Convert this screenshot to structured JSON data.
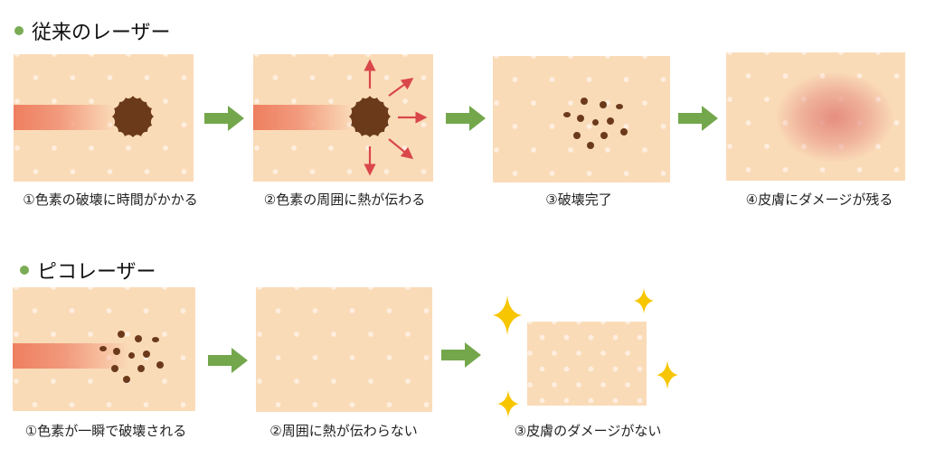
{
  "sections": [
    {
      "title": "従来のレーザー",
      "steps": [
        {
          "label": "①色素の破壊に時間がかかる"
        },
        {
          "label": "②色素の周囲に熱が伝わる"
        },
        {
          "label": "③破壊完了"
        },
        {
          "label": "④皮膚にダメージが残る"
        }
      ]
    },
    {
      "title": "ピコレーザー",
      "steps": [
        {
          "label": "①色素が一瞬で破壊される"
        },
        {
          "label": "②周囲に熱が伝わらない"
        },
        {
          "label": "③皮膚のダメージがない"
        }
      ]
    }
  ],
  "colors": {
    "bullet": "#7aab55",
    "arrow": "#74a74c",
    "skin": "#fadbb8",
    "pigment": "#6b3a1b",
    "laser": "#ee7f5f",
    "heat_arrow": "#d9474b",
    "sparkle": "#f7c600"
  },
  "icons": {
    "step_arrow": "right-arrow-icon",
    "heat_arrow": "heat-arrow-icon",
    "sparkle": "sparkle-icon"
  }
}
